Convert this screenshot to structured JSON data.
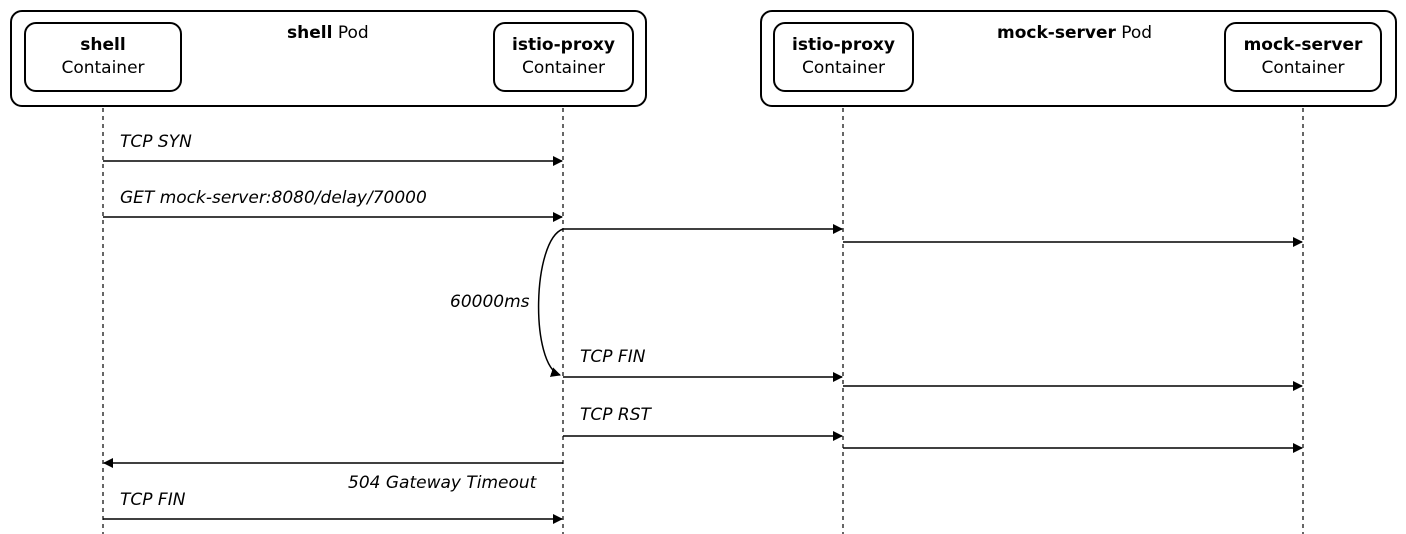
{
  "pods": [
    {
      "name": "shell",
      "suffix": "Pod"
    },
    {
      "name": "mock-server",
      "suffix": "Pod"
    }
  ],
  "containers": [
    {
      "name": "shell",
      "type": "Container"
    },
    {
      "name": "istio-proxy",
      "type": "Container"
    },
    {
      "name": "istio-proxy",
      "type": "Container"
    },
    {
      "name": "mock-server",
      "type": "Container"
    }
  ],
  "messages": {
    "tcp_syn": "TCP SYN",
    "get_request": "GET mock-server:8080/delay/70000",
    "delay": "60000ms",
    "tcp_fin_proxy": "TCP FIN",
    "tcp_rst": "TCP RST",
    "gateway_timeout": "504 Gateway Timeout",
    "tcp_fin_shell": "TCP FIN"
  }
}
